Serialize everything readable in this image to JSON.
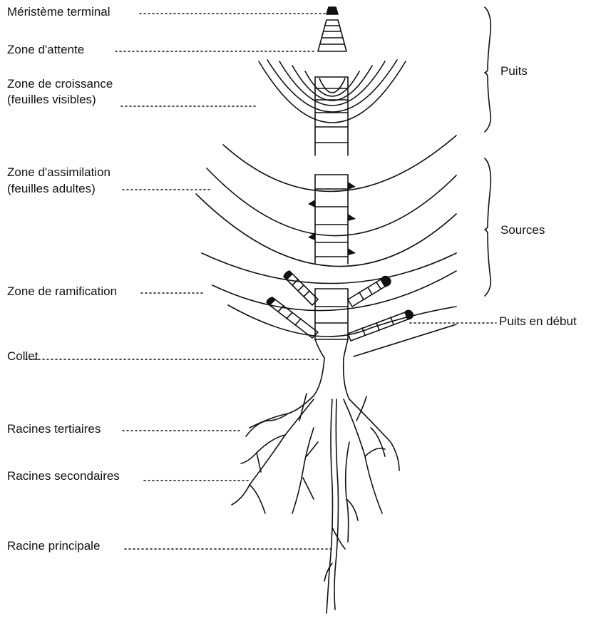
{
  "labels": {
    "meristeme": "Méristème terminal",
    "attente": "Zone d'attente",
    "croissance_1": "Zone de croissance",
    "croissance_2": "(feuilles visibles)",
    "assimilation_1": "Zone d'assimilation",
    "assimilation_2": "(feuilles adultes)",
    "ramification": "Zone de ramification",
    "collet": "Collet",
    "racines_tertiaires": "Racines tertiaires",
    "racines_secondaires": "Racines secondaires",
    "racine_principale": "Racine principale"
  },
  "braces": {
    "puits": "Puits",
    "sources": "Sources",
    "puits_debut": "Puits en début"
  }
}
